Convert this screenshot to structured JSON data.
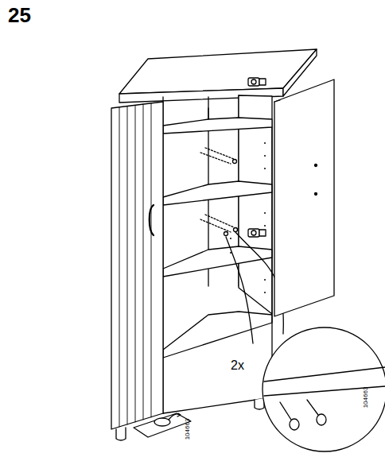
{
  "diagram": {
    "labels": [
      "25",
      "2x",
      "104663",
      "104663"
    ]
  }
}
